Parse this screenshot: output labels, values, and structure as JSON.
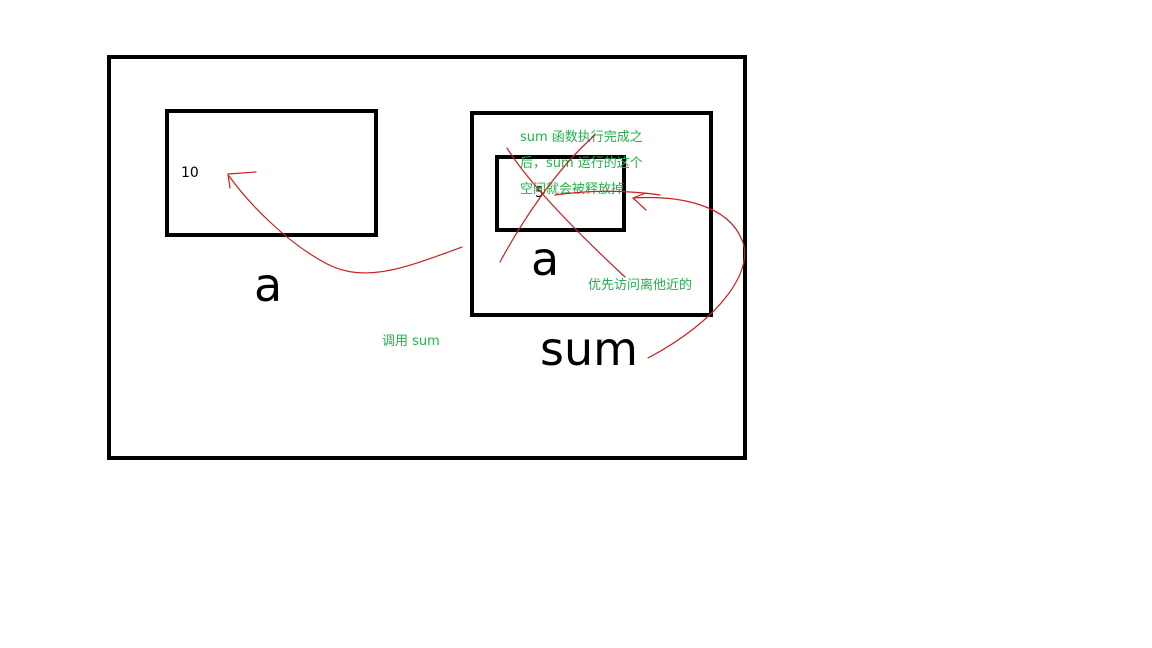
{
  "global_scope": {
    "variable_box": {
      "value": "10",
      "label": "a"
    }
  },
  "sum_scope": {
    "label": "sum",
    "variable_box": {
      "value": "5",
      "label": "a"
    }
  },
  "annotations": {
    "call_sum": "调用 sum",
    "release_line1": "sum 函数执行完成之",
    "release_line2": "后，sum 运行的这个",
    "release_line3": "空间就会被释放掉",
    "nearest_first": "优先访问离他近的"
  },
  "colors": {
    "box_border": "#000000",
    "annotation_text": "#22b14c",
    "arrow_stroke": "#cc1f1f"
  }
}
